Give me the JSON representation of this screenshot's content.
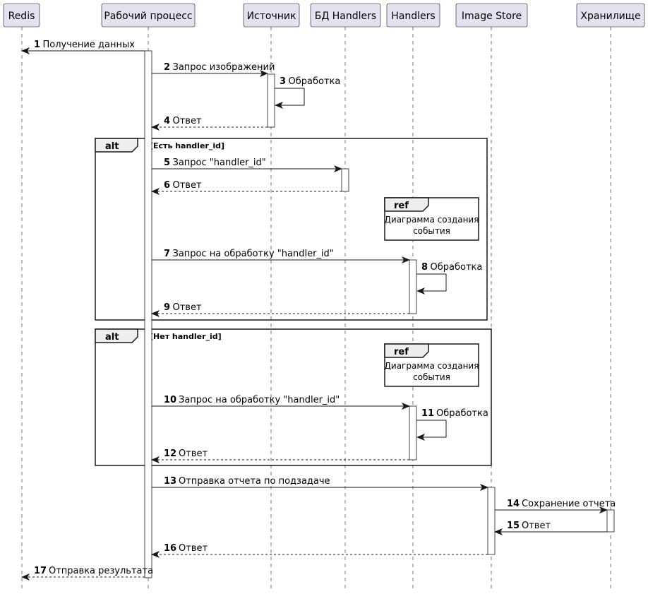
{
  "participants": [
    {
      "id": "redis",
      "label": "Redis"
    },
    {
      "id": "worker",
      "label": "Рабочий процесс"
    },
    {
      "id": "source",
      "label": "Источник"
    },
    {
      "id": "handlers_db",
      "label": "БД Handlers"
    },
    {
      "id": "handlers",
      "label": "Handlers"
    },
    {
      "id": "image_store",
      "label": "Image Store"
    },
    {
      "id": "storage",
      "label": "Хранилище"
    }
  ],
  "messages": [
    {
      "num": "1",
      "text": "Получение данных",
      "from": "worker",
      "to": "redis",
      "style": "solid"
    },
    {
      "num": "2",
      "text": "Запрос изображений",
      "from": "worker",
      "to": "source",
      "style": "solid"
    },
    {
      "num": "3",
      "text": "Обработка",
      "from": "source",
      "to": "source",
      "style": "solid"
    },
    {
      "num": "4",
      "text": "Ответ",
      "from": "source",
      "to": "worker",
      "style": "dashed"
    },
    {
      "num": "5",
      "text": "Запрос \"handler_id\"",
      "from": "worker",
      "to": "handlers_db",
      "style": "solid"
    },
    {
      "num": "6",
      "text": "Ответ",
      "from": "handlers_db",
      "to": "worker",
      "style": "dashed"
    },
    {
      "num": "7",
      "text": "Запрос на обработку \"handler_id\"",
      "from": "worker",
      "to": "handlers",
      "style": "solid"
    },
    {
      "num": "8",
      "text": "Обработка",
      "from": "handlers",
      "to": "handlers",
      "style": "solid"
    },
    {
      "num": "9",
      "text": "Ответ",
      "from": "handlers",
      "to": "worker",
      "style": "dashed"
    },
    {
      "num": "10",
      "text": "Запрос на обработку \"handler_id\"",
      "from": "worker",
      "to": "handlers",
      "style": "solid"
    },
    {
      "num": "11",
      "text": "Обработка",
      "from": "handlers",
      "to": "handlers",
      "style": "solid"
    },
    {
      "num": "12",
      "text": "Ответ",
      "from": "handlers",
      "to": "worker",
      "style": "dashed"
    },
    {
      "num": "13",
      "text": "Отправка отчета по подзадаче",
      "from": "worker",
      "to": "image_store",
      "style": "solid"
    },
    {
      "num": "14",
      "text": "Сохранение отчета",
      "from": "image_store",
      "to": "storage",
      "style": "solid"
    },
    {
      "num": "15",
      "text": "Ответ",
      "from": "storage",
      "to": "image_store",
      "style": "solid"
    },
    {
      "num": "16",
      "text": "Ответ",
      "from": "image_store",
      "to": "worker",
      "style": "dashed"
    },
    {
      "num": "17",
      "text": "Отправка результата",
      "from": "worker",
      "to": "redis",
      "style": "dashed"
    }
  ],
  "fragments": [
    {
      "kind": "alt",
      "guard": "[Есть handler_id]"
    },
    {
      "kind": "alt",
      "guard": "[Нет handler_id]"
    }
  ],
  "refs": [
    {
      "kind": "ref",
      "line1": "Диаграмма создания",
      "line2": "события"
    },
    {
      "kind": "ref",
      "line1": "Диаграмма создания",
      "line2": "события"
    }
  ],
  "colors": {
    "participant_fill": "#e2e2f0",
    "participant_border": "#181818",
    "frame_tab_fill": "#eeeeee",
    "line": "#181818",
    "activation_fill": "#ffffff"
  }
}
